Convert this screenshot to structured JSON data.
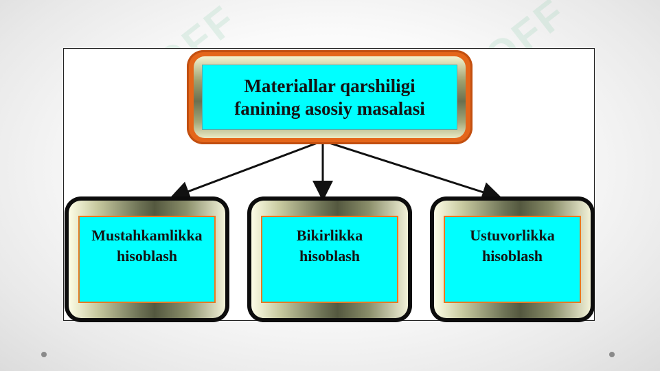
{
  "diagram": {
    "root": {
      "label": "Materiallar qarshiligi fanining asosiy masalasi"
    },
    "children": [
      {
        "label": "Mustahkamlikka hisoblash"
      },
      {
        "label": "Bikirlikka hisoblash"
      },
      {
        "label": "Ustuvorlikka hisoblash"
      }
    ]
  },
  "watermark": {
    "text": "SOFF"
  },
  "colors": {
    "box_fill": "#00ffff",
    "root_border": "#e4661a",
    "child_border": "#0c0c0c",
    "arrow": "#111111"
  }
}
